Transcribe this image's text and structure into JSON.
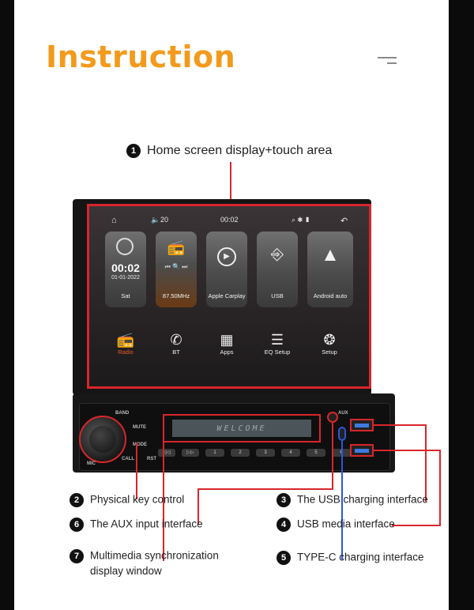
{
  "title": "Instruction",
  "callouts": {
    "c1": {
      "num": "1",
      "text": "Home screen display+touch area"
    },
    "c2": {
      "num": "2",
      "text": "Physical key control"
    },
    "c3": {
      "num": "3",
      "text": "The USB charging interface"
    },
    "c4": {
      "num": "4",
      "text": "USB media interface"
    },
    "c5": {
      "num": "5",
      "text": "TYPE-C charging interface"
    },
    "c6": {
      "num": "6",
      "text": "The AUX input interface"
    },
    "c7": {
      "num": "7",
      "text_line1": "Multimedia synchronization",
      "text_line2": "display window"
    }
  },
  "screen": {
    "volume": "20",
    "time": "00:02",
    "tiles": [
      {
        "label": "Sat",
        "clock": "00:02",
        "date": "01-01-2022",
        "icon": "clock-icon"
      },
      {
        "label": "87.50MHz",
        "icon": "radio-icon"
      },
      {
        "label": "Apple Carplay",
        "icon": "play-icon"
      },
      {
        "label": "USB",
        "icon": "usb-icon"
      },
      {
        "label": "Android auto",
        "icon": "android-auto-icon"
      }
    ],
    "dock": [
      {
        "label": "Radio",
        "icon": "radio-icon"
      },
      {
        "label": "BT",
        "icon": "phone-icon"
      },
      {
        "label": "Apps",
        "icon": "apps-icon"
      },
      {
        "label": "EQ Setup",
        "icon": "equalizer-icon"
      },
      {
        "label": "Setup",
        "icon": "steering-wheel-icon"
      }
    ]
  },
  "headunit": {
    "buttons": {
      "band": "BAND",
      "mute": "MUTE",
      "mode": "MODE",
      "call": "CALL",
      "mic": "MIC",
      "rst": "RST",
      "aux": "AUX"
    },
    "display_text": "WELCOME",
    "keys": [
      "◁◁",
      "▷▷",
      "1",
      "2",
      "3",
      "4",
      "5",
      "6"
    ]
  },
  "colors": {
    "title": "#f39a1d",
    "accent_red": "#d8262b",
    "accent_blue": "#2b57d8"
  }
}
